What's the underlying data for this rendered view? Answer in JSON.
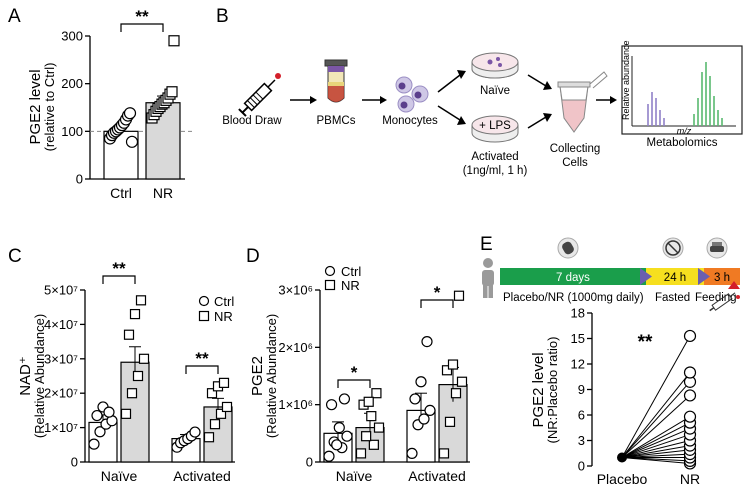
{
  "panels": {
    "a": "A",
    "b": "B",
    "c": "C",
    "d": "D",
    "e": "E"
  },
  "chart_data": [
    {
      "id": "A",
      "type": "bar",
      "ylabel": "PGE2 level",
      "ylabel2": "(relative to Ctrl)",
      "categories": [
        "Ctrl",
        "NR"
      ],
      "ylim": [
        0,
        300
      ],
      "yticks": [
        "0",
        "100",
        "200",
        "300"
      ],
      "values": [
        100,
        160
      ],
      "errors": [
        8,
        14
      ],
      "reference_line": 100,
      "significance": "**",
      "points": [
        [
          85,
          92,
          97,
          100,
          104,
          108,
          113,
          118,
          125,
          133,
          138,
          78
        ],
        [
          128,
          135,
          142,
          148,
          152,
          157,
          160,
          165,
          170,
          178,
          183,
          290
        ]
      ]
    },
    {
      "id": "C",
      "type": "bar",
      "ylabel": "NAD⁺",
      "ylabel2": "(Relative Abundance)",
      "groups": [
        "Naïve",
        "Activated"
      ],
      "series": [
        {
          "name": "Ctrl",
          "values": [
            11500000,
            6800000
          ],
          "errors": [
            2200000,
            1200000
          ],
          "points": [
            [
              5200000,
              8800000,
              11000000,
              12000000,
              13500000,
              16000000,
              14500000
            ],
            [
              4300000,
              5600000,
              6200000,
              6800000,
              7600000,
              8700000
            ]
          ]
        },
        {
          "name": "NR",
          "values": [
            29000000,
            16000000
          ],
          "errors": [
            4500000,
            2500000
          ],
          "points": [
            [
              14000000,
              20000000,
              25000000,
              30000000,
              37000000,
              43000000,
              47000000
            ],
            [
              7200000,
              11000000,
              14000000,
              16000000,
              20000000,
              22000000,
              23000000
            ]
          ]
        }
      ],
      "ylim": [
        0,
        50000000
      ],
      "yticks": [
        "0",
        "1×10⁷",
        "2×10⁷",
        "3×10⁷",
        "4×10⁷",
        "5×10⁷"
      ],
      "significance": [
        "**",
        "**"
      ],
      "legend": [
        "Ctrl",
        "NR"
      ]
    },
    {
      "id": "D",
      "type": "bar",
      "ylabel": "PGE2",
      "ylabel2": "(Relative Abundance)",
      "groups": [
        "Naïve",
        "Activated"
      ],
      "series": [
        {
          "name": "Ctrl",
          "values": [
            500000,
            900000
          ],
          "errors": [
            200000,
            300000
          ],
          "points": [
            [
              100000,
              250000,
              350000,
              450000,
              600000,
              1000000,
              1100000,
              300000
            ],
            [
              150000,
              650000,
              750000,
              900000,
              1100000,
              1400000,
              2100000
            ]
          ]
        },
        {
          "name": "NR",
          "values": [
            600000,
            1350000
          ],
          "errors": [
            250000,
            300000
          ],
          "points": [
            [
              150000,
              300000,
              450000,
              600000,
              800000,
              1000000,
              1200000,
              1050000
            ],
            [
              150000,
              700000,
              1200000,
              1400000,
              1600000,
              1700000,
              2900000
            ]
          ]
        }
      ],
      "ylim": [
        0,
        3000000
      ],
      "yticks": [
        "0",
        "1×10⁶",
        "2×10⁶",
        "3×10⁶"
      ],
      "significance": [
        "*",
        "*"
      ],
      "legend": [
        "Ctrl",
        "NR"
      ]
    },
    {
      "id": "E",
      "type": "scatter",
      "ylabel": "PGE2 level",
      "ylabel2": "(NR:Placebo ratio)",
      "categories": [
        "Placebo",
        "NR"
      ],
      "ylim": [
        0,
        18
      ],
      "yticks": [
        "0",
        "3",
        "6",
        "9",
        "12",
        "15",
        "18"
      ],
      "placebo": 1,
      "nr_values": [
        0.3,
        0.6,
        1.0,
        1.4,
        1.9,
        2.4,
        3.0,
        3.7,
        4.4,
        5.1,
        5.8,
        8.3,
        9.9,
        11.0,
        15.3
      ],
      "significance": "**"
    }
  ],
  "workflow": {
    "blood_draw": "Blood Draw",
    "pbmcs": "PBMCs",
    "monocytes": "Monocytes",
    "naive": "Naïve",
    "lps": "+ LPS",
    "activated": "Activated",
    "activated_detail": "(1ng/ml, 1 h)",
    "collecting1": "Collecting",
    "collecting2": "Cells",
    "metabolomics": "Metabolomics",
    "ms_ylabel": "Relative abundance",
    "ms_xlabel": "m/z"
  },
  "timeline": {
    "days7": "7 days",
    "h24": "24 h",
    "h3": "3 h",
    "placebo_label": "Placebo/NR (1000mg daily)",
    "fasted": "Fasted",
    "feeding": "Feeding",
    "colors": {
      "green": "#1a9e4b",
      "yellow": "#f6df1f",
      "orange": "#f07a23"
    }
  }
}
